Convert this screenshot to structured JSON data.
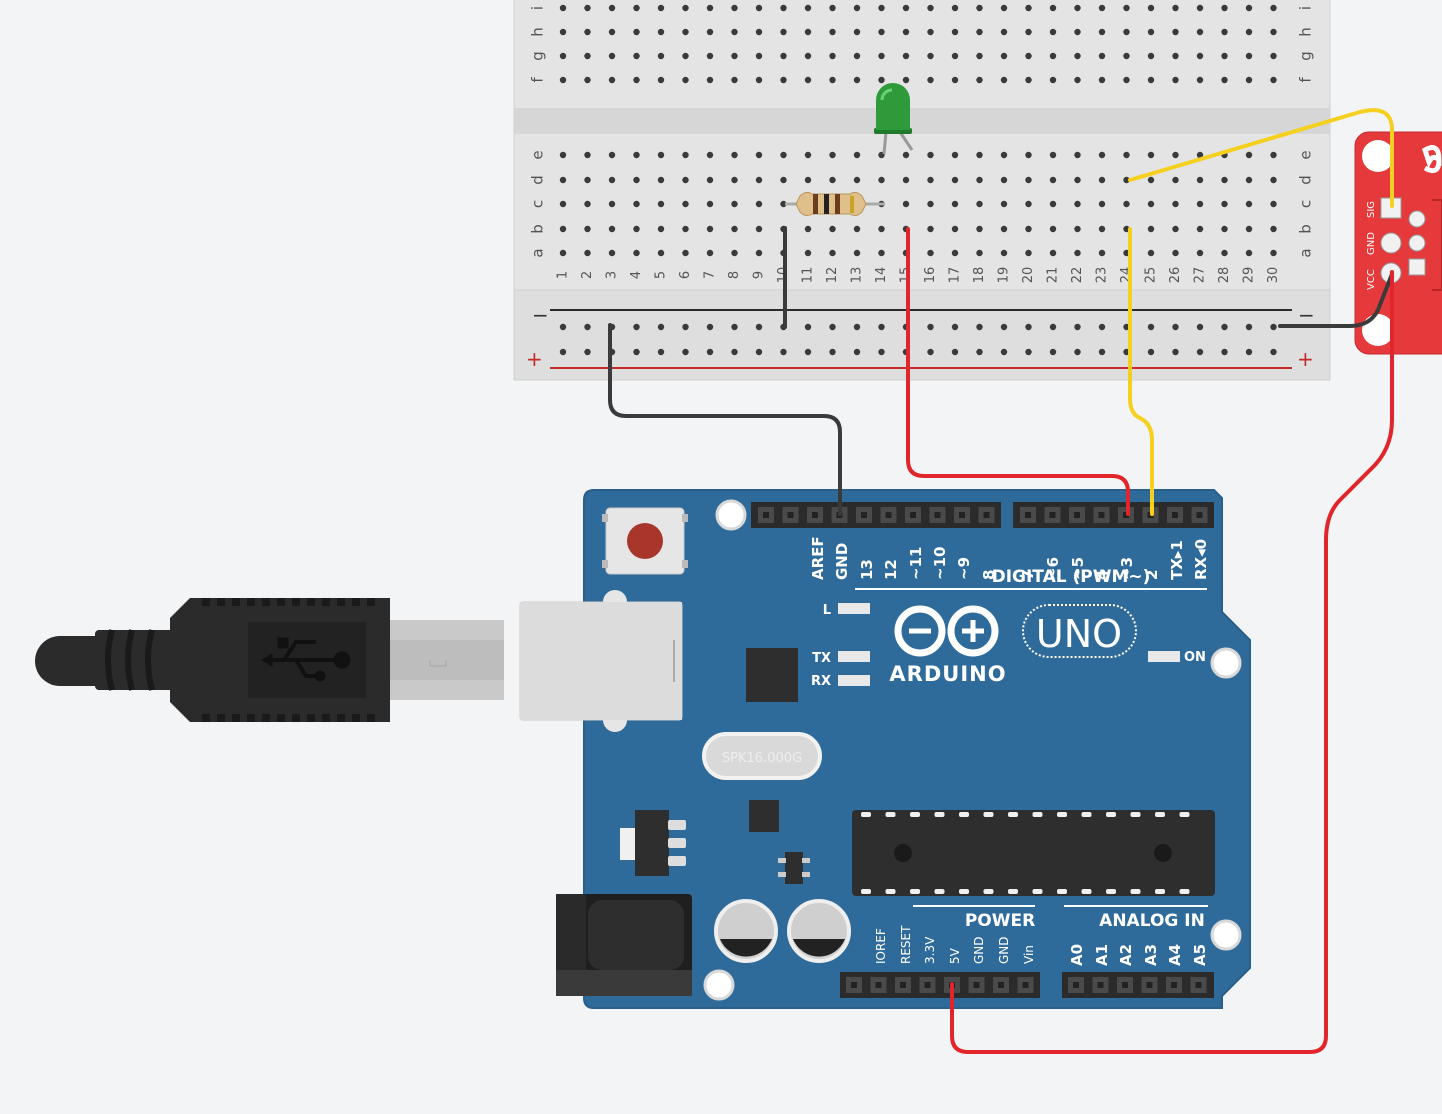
{
  "breadboard": {
    "row_letters_top": [
      "f",
      "g",
      "h",
      "i"
    ],
    "row_letters_bottom": [
      "a",
      "b",
      "c",
      "d",
      "e"
    ],
    "column_numbers": [
      "1",
      "2",
      "3",
      "4",
      "5",
      "6",
      "7",
      "8",
      "9",
      "10",
      "11",
      "12",
      "13",
      "14",
      "15",
      "16",
      "17",
      "18",
      "19",
      "20",
      "21",
      "22",
      "23",
      "24",
      "25",
      "26",
      "27",
      "28",
      "29",
      "30"
    ],
    "rail_minus": "−",
    "rail_plus": "+"
  },
  "arduino": {
    "logo_text": "ARDUINO",
    "model": "UNO",
    "digital_label": "DIGITAL (PWM~)",
    "digital_pins": [
      "AREF",
      "GND",
      "13",
      "12",
      "~11",
      "~10",
      "~9",
      "8",
      "7",
      "~6",
      "~5",
      "4",
      "~3",
      "2",
      "TX▸1",
      "RX◂0"
    ],
    "power_label": "POWER",
    "analog_label": "ANALOG IN",
    "power_pins": [
      "IOREF",
      "RESET",
      "3.3V",
      "5V",
      "GND",
      "GND",
      "Vin"
    ],
    "analog_pins": [
      "A0",
      "A1",
      "A2",
      "A3",
      "A4",
      "A5"
    ],
    "led_labels": [
      "L",
      "TX",
      "RX"
    ],
    "on_label": "ON",
    "crystal_label": "SPK16.000G"
  },
  "sensor": {
    "pin_labels": [
      "SIG",
      "GND",
      "VCC"
    ]
  },
  "colors": {
    "board_blue": "#2f6b9a",
    "wire_red": "#e0262b",
    "wire_yellow": "#f5d01e",
    "wire_black": "#3a3a3a",
    "led_green": "#2e9a3a",
    "sensor_red": "#e5393b",
    "breadboard": "#e4e4e4"
  },
  "icons": [
    "usb-icon",
    "infinity-logo-icon",
    "reset-button-icon"
  ]
}
